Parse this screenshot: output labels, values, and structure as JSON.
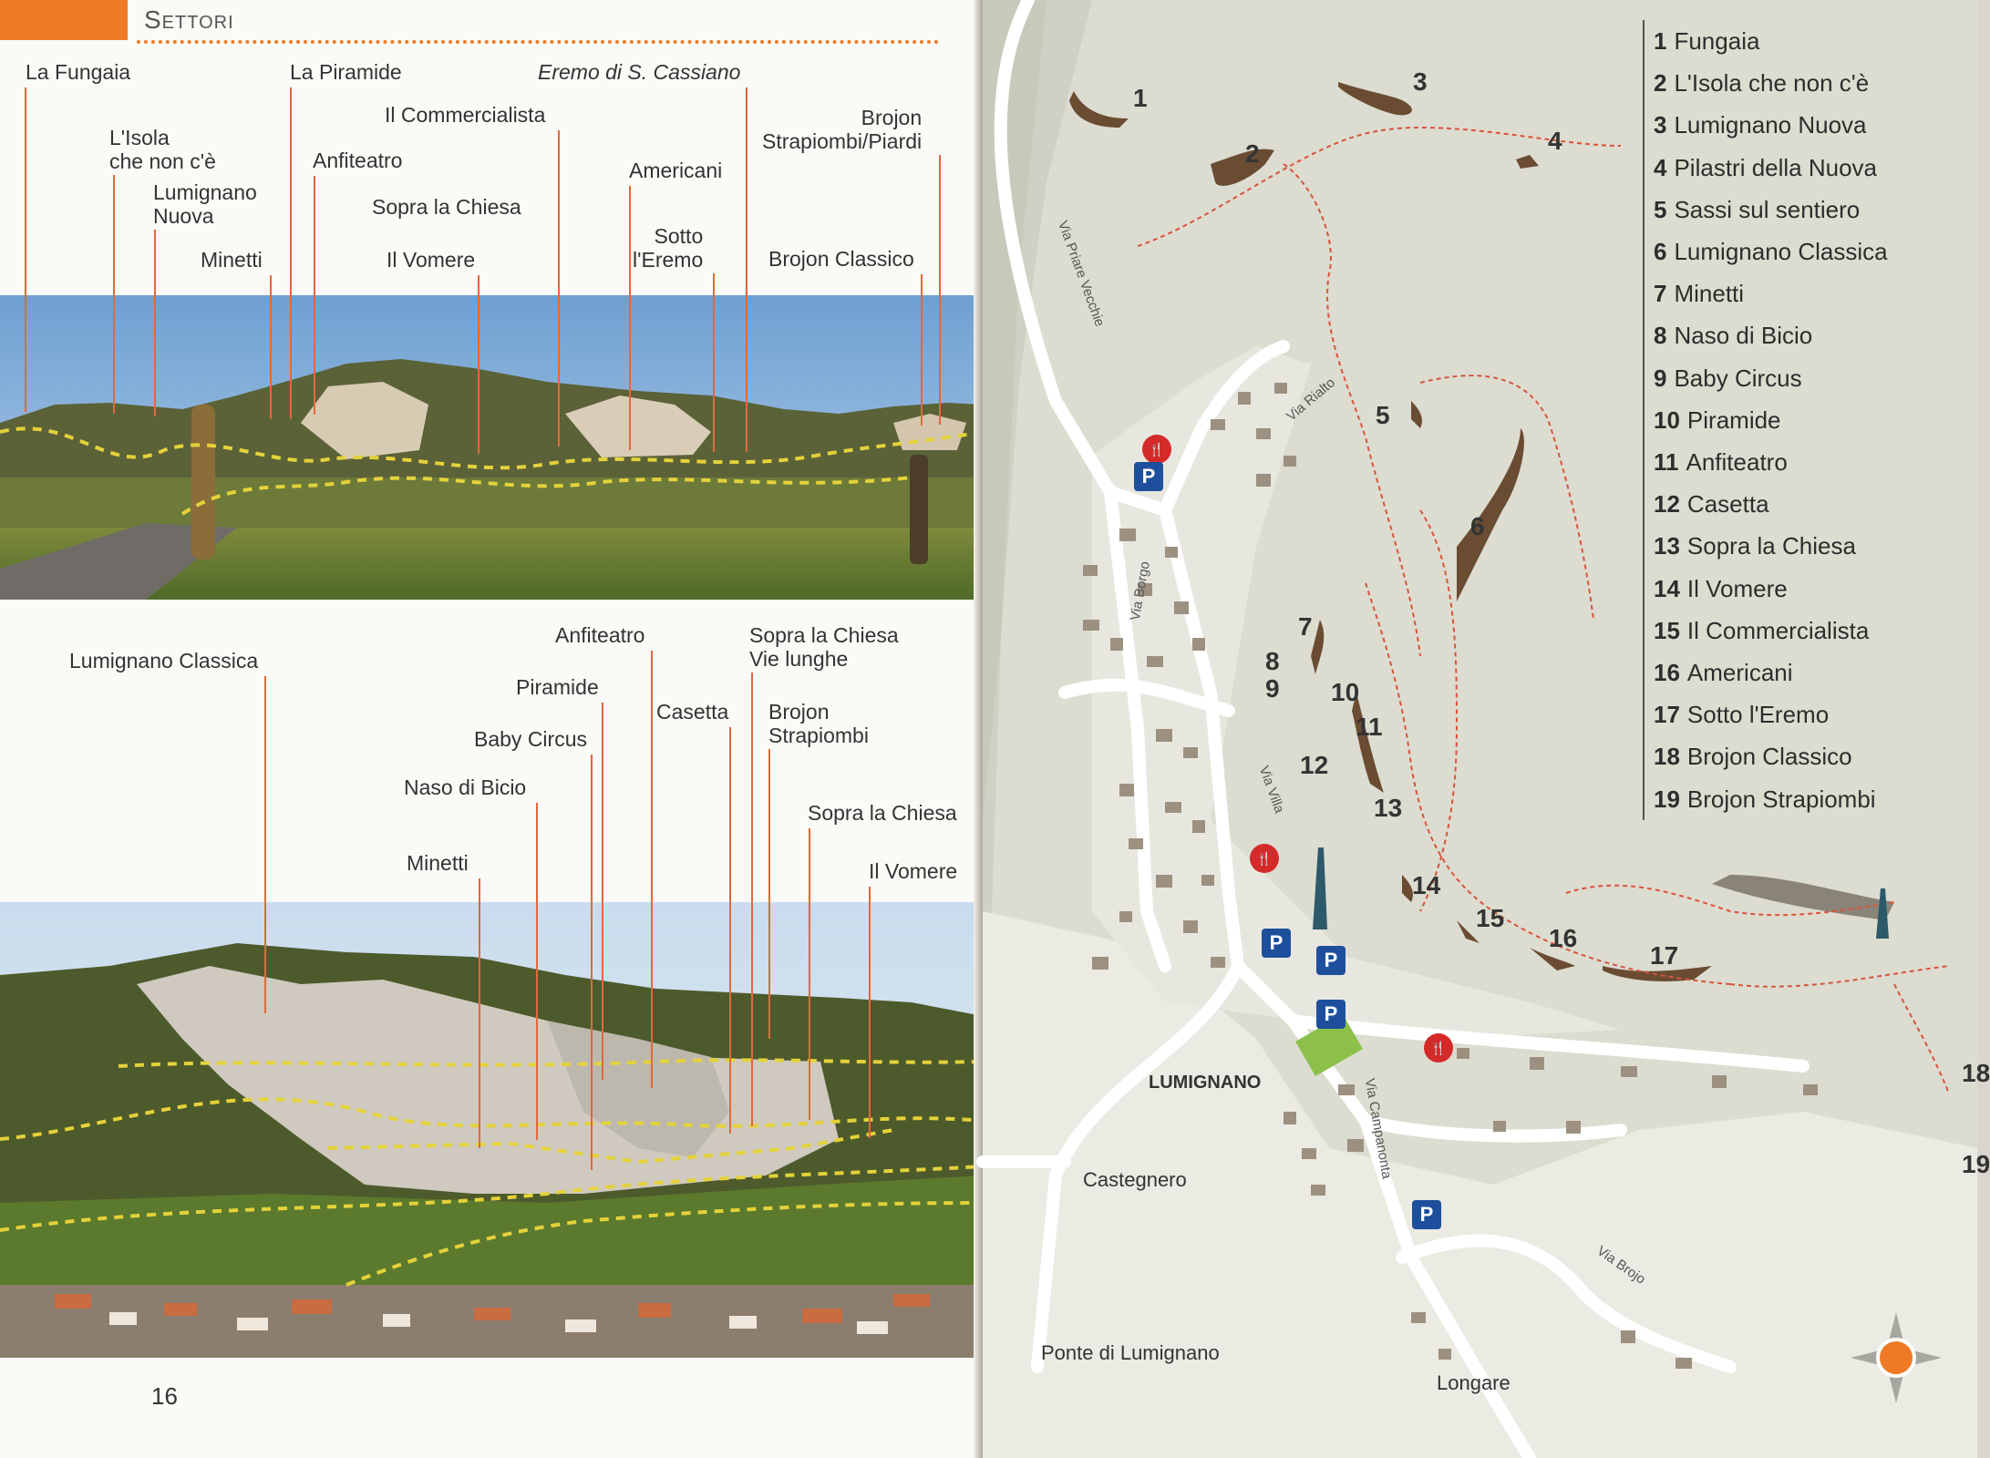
{
  "header": {
    "section_title": "Settori"
  },
  "page_number": "16",
  "photo_top": {
    "labels": [
      {
        "text": "La Fungaia"
      },
      {
        "text": "La Piramide"
      },
      {
        "text": "Eremo di S. Cassiano"
      },
      {
        "text": "L'Isola\nche non c'è"
      },
      {
        "text": "Il Commercialista"
      },
      {
        "text": "Brojon\nStrapiombi/Piardi"
      },
      {
        "text": "Anfiteatro"
      },
      {
        "text": "Americani"
      },
      {
        "text": "Lumignano\nNuova"
      },
      {
        "text": "Sopra la Chiesa"
      },
      {
        "text": "Sotto\nl'Eremo"
      },
      {
        "text": "Minetti"
      },
      {
        "text": "Il Vomere"
      },
      {
        "text": "Brojon Classico"
      }
    ]
  },
  "photo_bottom": {
    "labels": [
      {
        "text": "Anfiteatro"
      },
      {
        "text": "Sopra la Chiesa\nVie lunghe"
      },
      {
        "text": "Lumignano Classica"
      },
      {
        "text": "Piramide"
      },
      {
        "text": "Casetta"
      },
      {
        "text": "Brojon\nStrapiombi"
      },
      {
        "text": "Baby Circus"
      },
      {
        "text": "Naso di Bicio"
      },
      {
        "text": "Sopra la Chiesa"
      },
      {
        "text": "Minetti"
      },
      {
        "text": "Il Vomere"
      }
    ]
  },
  "map": {
    "town": "LUMIGNANO",
    "places": {
      "castegnero": "Castegnero",
      "ponte": "Ponte di Lumignano",
      "longare": "Longare"
    },
    "streets": {
      "priare": "Via Priare Vecchie",
      "rialto": "Via Rialto",
      "borgo": "Via Borgo",
      "villa": "Via Villa",
      "campanonta": "Via Campanonta",
      "brojo": "Via Brojo"
    },
    "symbols": {
      "parking": "P",
      "food": "🍴"
    },
    "legend": [
      {
        "n": "1",
        "name": "Fungaia"
      },
      {
        "n": "2",
        "name": "L'Isola che non c'è"
      },
      {
        "n": "3",
        "name": "Lumignano Nuova"
      },
      {
        "n": "4",
        "name": "Pilastri della Nuova"
      },
      {
        "n": "5",
        "name": "Sassi sul sentiero"
      },
      {
        "n": "6",
        "name": "Lumignano Classica"
      },
      {
        "n": "7",
        "name": "Minetti"
      },
      {
        "n": "8",
        "name": "Naso di Bicio"
      },
      {
        "n": "9",
        "name": "Baby Circus"
      },
      {
        "n": "10",
        "name": "Piramide"
      },
      {
        "n": "11",
        "name": "Anfiteatro"
      },
      {
        "n": "12",
        "name": "Casetta"
      },
      {
        "n": "13",
        "name": "Sopra la Chiesa"
      },
      {
        "n": "14",
        "name": "Il Vomere"
      },
      {
        "n": "15",
        "name": "Il Commercialista"
      },
      {
        "n": "16",
        "name": "Americani"
      },
      {
        "n": "17",
        "name": "Sotto l'Eremo"
      },
      {
        "n": "18",
        "name": "Brojon Classico"
      },
      {
        "n": "19",
        "name": "Brojon Strapiombi"
      }
    ],
    "sector_markers": [
      "1",
      "2",
      "3",
      "4",
      "5",
      "6",
      "7",
      "8",
      "9",
      "10",
      "11",
      "12",
      "13",
      "14",
      "15",
      "16",
      "17",
      "18",
      "19"
    ],
    "colors": {
      "trail": "#d8533f",
      "rock": "#6a4c33",
      "road": "#ffffff",
      "building": "#9c9181",
      "accent": "#ee7a26"
    }
  }
}
